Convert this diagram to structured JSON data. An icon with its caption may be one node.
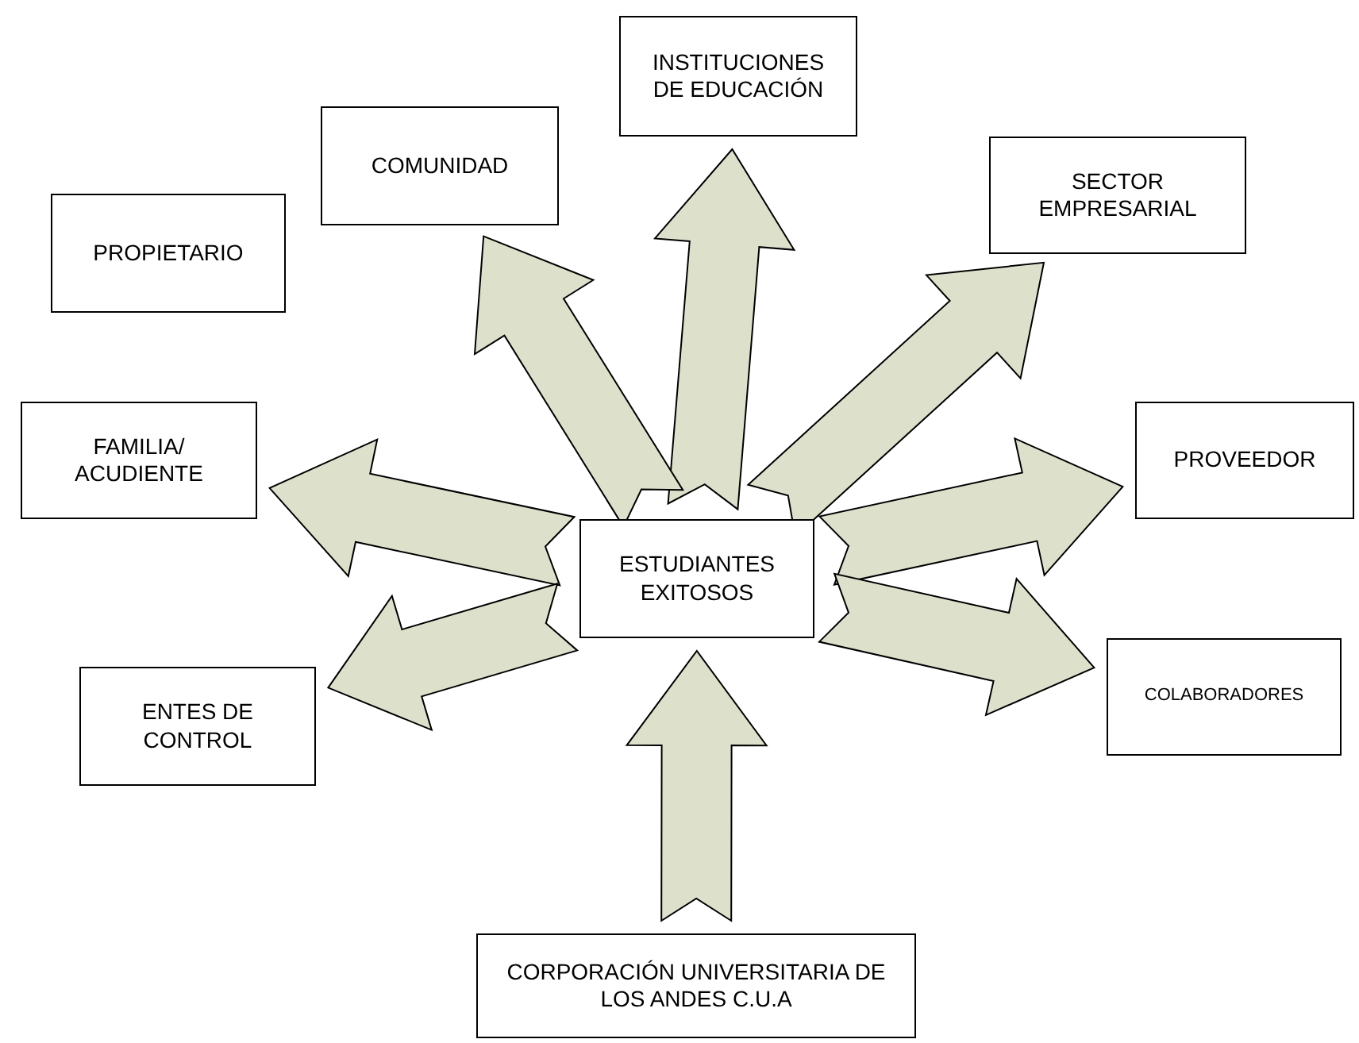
{
  "diagram": {
    "nodes": [
      {
        "text": [
          "INSTITUCIONES DE EDUCACIÓN"
        ]
      },
      {
        "text": [
          "COMUNIDAD"
        ]
      },
      {
        "text": [
          "SECTOR EMPRESARIAL"
        ]
      },
      {
        "text": [
          "PROPIETARIO"
        ]
      },
      {
        "text": [
          "FAMILIA/ ACUDIENTE"
        ]
      },
      {
        "text": [
          "PROVEEDOR"
        ]
      },
      {
        "text": [
          "ESTUDIANTES EXITOSOS"
        ]
      },
      {
        "text": [
          "ENTES DE CONTROL"
        ]
      },
      {
        "text": [
          "COLABORADORES"
        ]
      },
      {
        "text": [
          "CORPORACIÓN UNIVERSITARIA DE LOS ANDES C.U.A"
        ]
      }
    ],
    "edges": [
      {
        "from": 6,
        "to": 0,
        "arrow": "to"
      },
      {
        "from": 6,
        "to": 1,
        "arrow": "to"
      },
      {
        "from": 6,
        "to": 2,
        "arrow": "to"
      },
      {
        "from": 6,
        "to": 4,
        "arrow": "to"
      },
      {
        "from": 6,
        "to": 5,
        "arrow": "to"
      },
      {
        "from": 6,
        "to": 7,
        "arrow": "to"
      },
      {
        "from": 6,
        "to": 8,
        "arrow": "to"
      },
      {
        "from": 9,
        "to": 6,
        "arrow": "to"
      }
    ]
  }
}
